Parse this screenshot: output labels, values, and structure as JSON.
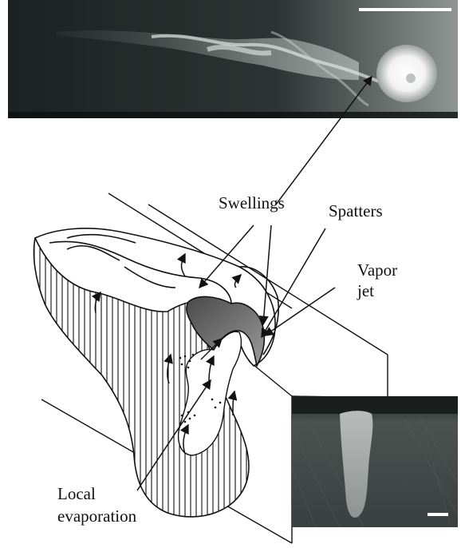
{
  "labels": {
    "swellings": "Swellings",
    "spatters": "Spatters",
    "vapor_jet_line1": "Vapor",
    "vapor_jet_line2": "jet",
    "local_evap_line1": "Local",
    "local_evap_line2": "evaporation"
  },
  "colors": {
    "hatch": "#111111",
    "swelling_fill": "#6b6b6b",
    "micrograph_bg": "#2a2f2f"
  },
  "icons": {
    "top_scale_bar": "scale-bar",
    "inset_scale_bar": "scale-bar"
  }
}
